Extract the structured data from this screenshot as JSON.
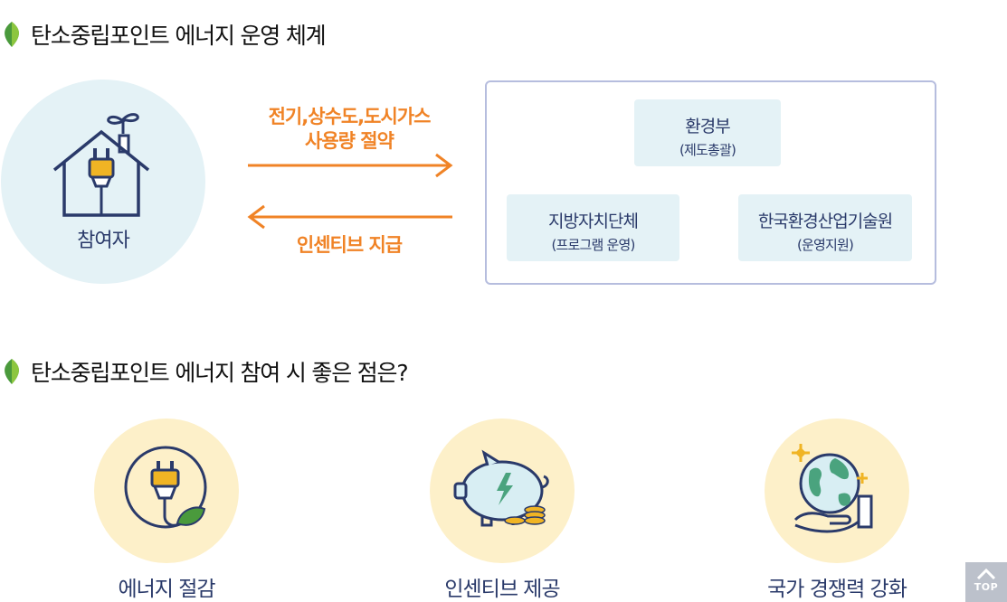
{
  "section1": {
    "title": "탄소중립포인트 에너지 운영 체계"
  },
  "participant": {
    "label": "참여자"
  },
  "flow": {
    "top_line1": "전기,상수도,도시가스",
    "top_line2": "사용량 절약",
    "bottom": "인센티브 지급"
  },
  "organizations": {
    "ministry": {
      "name": "환경부",
      "role": "(제도총괄)"
    },
    "local": {
      "name": "지방자치단체",
      "role": "(프로그램 운영)"
    },
    "keiti": {
      "name": "한국환경산업기술원",
      "role": "(운영지원)"
    }
  },
  "section2": {
    "title": "탄소중립포인트 에너지 참여 시 좋은 점은?"
  },
  "benefits": [
    {
      "label": "에너지 절감",
      "icon": "plug-leaf-icon"
    },
    {
      "label": "인센티브 제공",
      "icon": "piggy-bank-icon"
    },
    {
      "label": "국가 경쟁력 강화",
      "icon": "globe-hand-icon"
    }
  ],
  "top_button": {
    "label": "TOP"
  },
  "colors": {
    "accent_orange": "#f08326",
    "navy": "#2a3a6a",
    "light_blue": "#e4f2f6",
    "light_yellow": "#fdf0c9",
    "leaf_green": "#4a9a3c"
  }
}
